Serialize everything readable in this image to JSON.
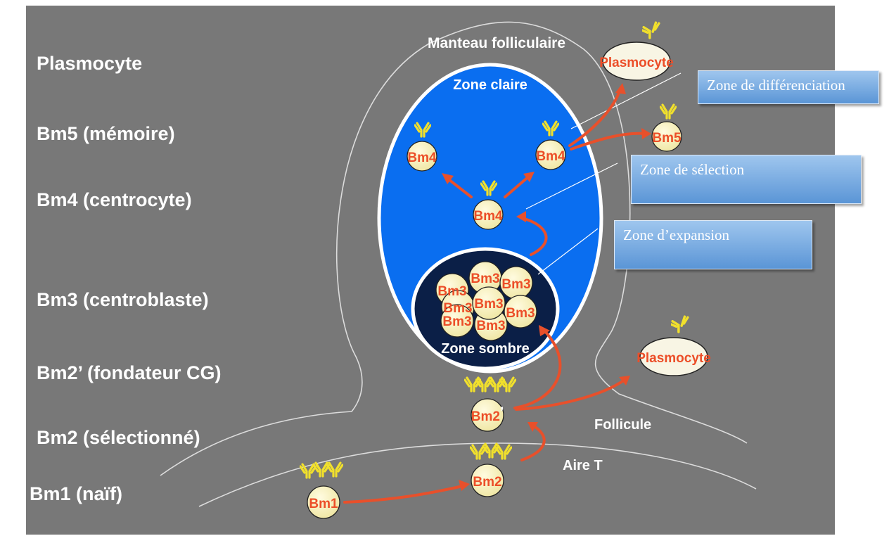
{
  "stages": [
    "Plasmocyte",
    "Bm5 (mémoire)",
    "Bm4 (centrocyte)",
    "Bm3 (centroblaste)",
    "Bm2’ (fondateur CG)",
    "Bm2 (sélectionné)",
    "Bm1 (naïf)"
  ],
  "zones": {
    "mantle": "Manteau folliculaire",
    "light": "Zone claire",
    "dark": "Zone sombre",
    "follicle": "Follicule",
    "t_area": "Aire T"
  },
  "callouts": {
    "differentiation": "Zone de différenciation",
    "selection": "Zone de sélection",
    "expansion": "Zone d’expansion"
  },
  "cells": {
    "bm1": "Bm1",
    "bm2": "Bm2",
    "bm2p": "Bm2",
    "bm2p_mark": "’",
    "bm3": "Bm3",
    "bm4": "Bm4",
    "bm5": "Bm5",
    "plasmocyte": "Plasmocyte"
  },
  "colors": {
    "background": "#787878",
    "light_zone": "#0a6ef0",
    "dark_zone": "#0b1f47",
    "cell_fill": "#f5efb5",
    "cell_label": "#ec4e28",
    "arrow": "#e8502b",
    "antibody": "#f1e02c",
    "callout": "#6aa3dd"
  }
}
